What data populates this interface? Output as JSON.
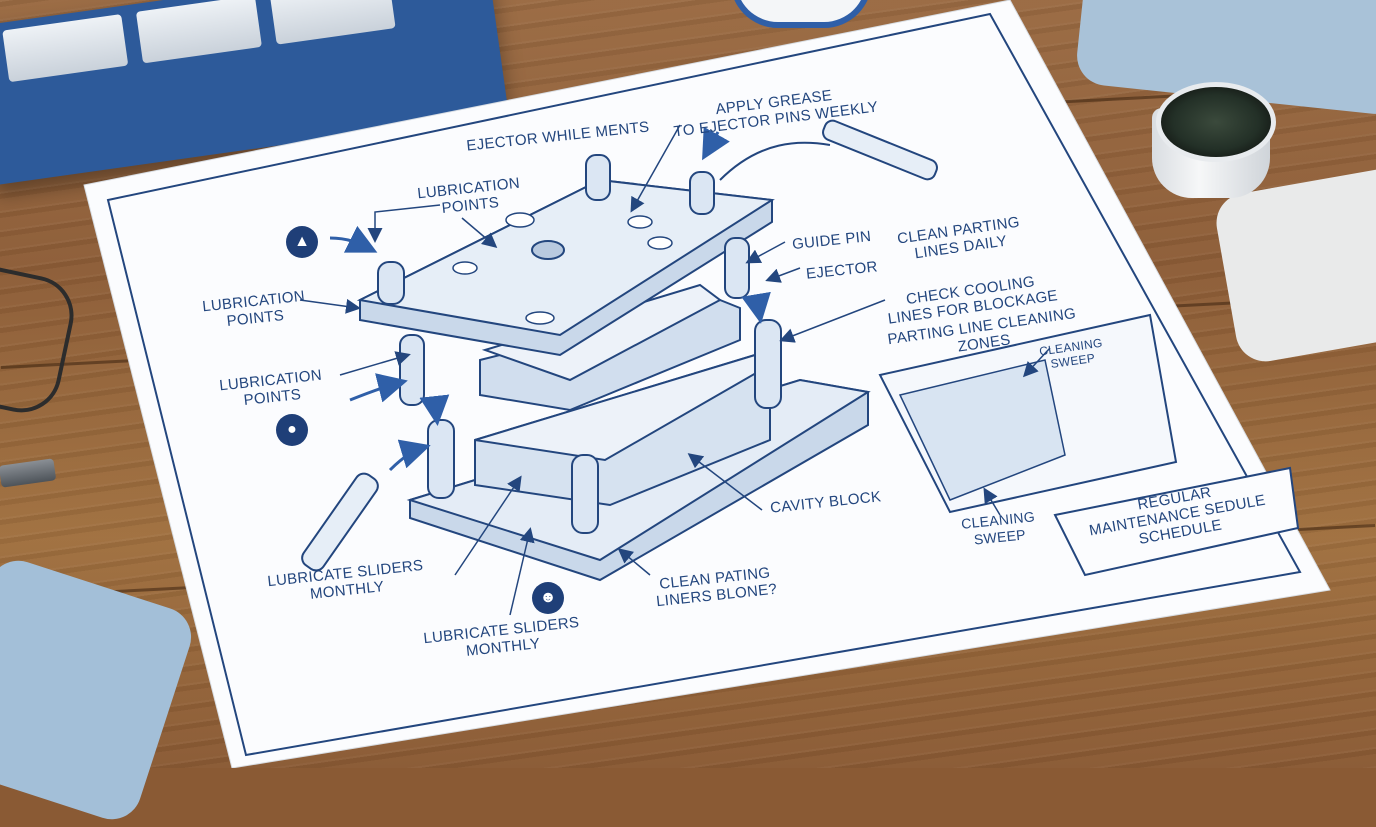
{
  "diagram": {
    "heading": "EJECTOR WHILE MENTS",
    "labels": {
      "apply_grease": "APPLY GREASE\nTO EJECTOR PINS WEEKLY",
      "lubrication_points_1": "LUBRICATION\nPOINTS",
      "lubrication_points_2": "LUBRICATION\nPOINTS",
      "lubrication_points_3": "LUBRICATION\nPOINTS",
      "guide_pin": "GUIDE PIN",
      "ejector": "EJECTOR",
      "clean_parting_daily": "CLEAN PARTING\nLINES DAILY",
      "check_cooling": "CHECK COOLING\nLINES FOR BLOCKAGE",
      "parting_zones": "PARTING LINE CLEANING\nZONES",
      "cleaning_sweep_1": "CLEANING\nSWEEP",
      "cleaning_sweep_2": "CLEANING\nSWEEP",
      "cavity_block": "CAVITY BLOCK",
      "clean_pating": "CLEAN PATING\nLINERS BLONE?",
      "lubricate_sliders_1": "LUBRICATE SLIDERS\nMONTHLY",
      "lubricate_sliders_2": "LUBRICATE SLIDERS\nMONTHLY",
      "schedule_box": "REGULAR\nMAINTENANCE SEDULE\nSCHEDULE"
    },
    "icons": [
      "grease-tub-icon",
      "spray-can-icon",
      "worker-icon",
      "grease-gun-icon"
    ],
    "colors": {
      "ink": "#23467e",
      "paper": "#fbfcfe",
      "mold_fill": "#dbe6f3",
      "accent_arrow": "#2f5fa8",
      "desk": "#8d5d37"
    }
  }
}
